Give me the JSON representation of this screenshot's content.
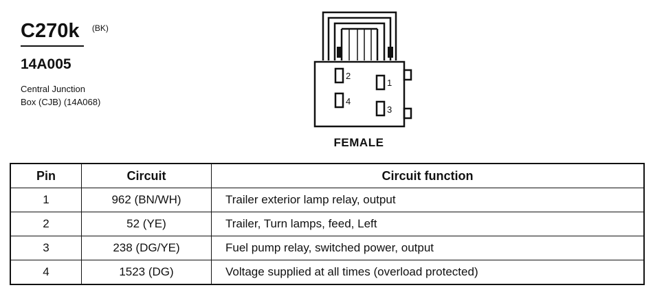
{
  "connector": {
    "id": "C270k",
    "color_code": "(BK)",
    "part_number": "14A005",
    "location_line1": "Central Junction",
    "location_line2": "Box (CJB) (14A068)"
  },
  "diagram": {
    "gender": "FEMALE",
    "pin_labels": [
      "1",
      "2",
      "3",
      "4"
    ]
  },
  "table": {
    "headers": {
      "pin": "Pin",
      "circuit": "Circuit",
      "function": "Circuit function"
    },
    "rows": [
      {
        "pin": "1",
        "circuit": "962 (BN/WH)",
        "function": "Trailer exterior lamp relay, output"
      },
      {
        "pin": "2",
        "circuit": "52 (YE)",
        "function": "Trailer, Turn lamps, feed, Left"
      },
      {
        "pin": "3",
        "circuit": "238 (DG/YE)",
        "function": "Fuel pump relay, switched power, output"
      },
      {
        "pin": "4",
        "circuit": "1523 (DG)",
        "function": "Voltage supplied at all times (overload protected)"
      }
    ]
  }
}
